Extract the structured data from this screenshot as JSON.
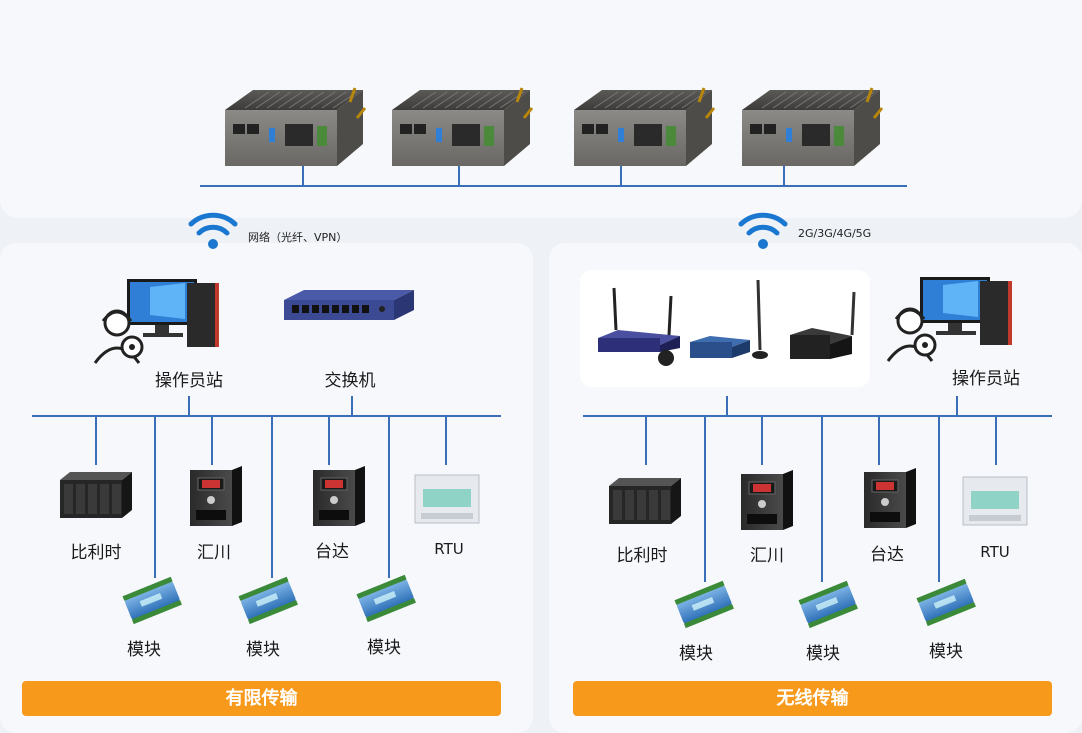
{
  "colors": {
    "line": "#3a6fb7",
    "banner": "#f79a1c",
    "panel": "#f7f8fb",
    "wifi": "#1b78d0"
  },
  "top": {
    "gateways": [
      {
        "icon": "edge-gateway-icon"
      },
      {
        "icon": "edge-gateway-icon"
      },
      {
        "icon": "edge-gateway-icon"
      },
      {
        "icon": "edge-gateway-icon"
      }
    ]
  },
  "wired": {
    "network_label": "网络（光纤、VPN）",
    "operator_label": "操作员站",
    "switch_label": "交换机",
    "devices": [
      "比利时",
      "汇川",
      "台达",
      "RTU"
    ],
    "modules": [
      "模块",
      "模块",
      "模块"
    ],
    "banner": "有限传输"
  },
  "wireless": {
    "network_label": "2G/3G/4G/5G",
    "operator_label": "操作员站",
    "devices": [
      "比利时",
      "汇川",
      "台达",
      "RTU"
    ],
    "modules": [
      "模块",
      "模块",
      "模块"
    ],
    "banner": "无线传输"
  }
}
